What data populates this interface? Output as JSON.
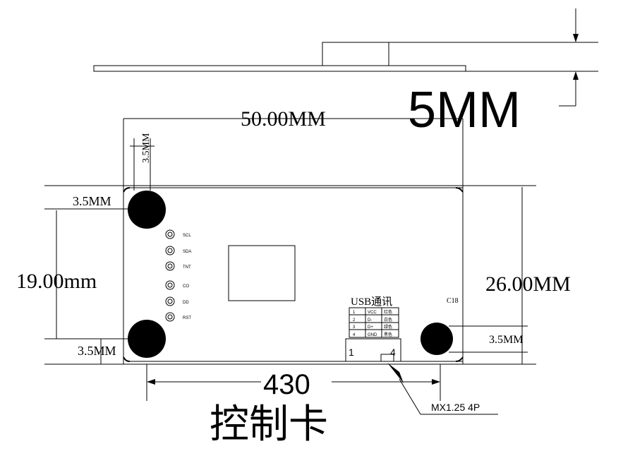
{
  "dimensions": {
    "thickness": "5MM",
    "width": "50.00MM",
    "height": "26.00MM",
    "hole_spacing": "19.00mm",
    "hole_offset_left": "3.5MM",
    "hole_offset_bottom": "3.5MM",
    "hole_offset_right": "3.5MM",
    "hole_offset_top": "3.5MM",
    "connector_distance": "430"
  },
  "labels": {
    "board_name": "控制卡",
    "usb_comm": "USB通讯",
    "connector_part": "MX1.25 4P",
    "component_ref": "C18",
    "connector_pin_first": "1",
    "connector_pin_last": "4"
  },
  "pads": [
    "SCL",
    "SDA",
    "TNT",
    "CO",
    "DD",
    "RST"
  ],
  "pin_table": [
    [
      "1",
      "VCC",
      "红色"
    ],
    [
      "2",
      "D-",
      "白色"
    ],
    [
      "3",
      "D+",
      "绿色"
    ],
    [
      "4",
      "GND",
      "黑色"
    ]
  ]
}
